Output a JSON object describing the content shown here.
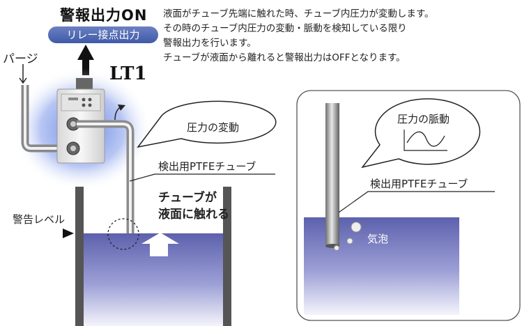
{
  "header": {
    "title": "警報出力ON",
    "relay_label": "リレー接点出力"
  },
  "description": [
    "液面がチューブ先端に触れた時、チューブ内圧力が変動します。",
    "その時のチューブ内圧力の変動・脈動を検知している限り",
    "警報出力を行います。",
    "チューブが液面から離れると警報出力はOFFとなります。"
  ],
  "left_diagram": {
    "purge_label": "パージ",
    "device_label": "LT1",
    "bubble_text": "圧力の変動",
    "tube_label": "検出用PTFEチューブ",
    "touch_text_line1": "チューブが",
    "touch_text_line2": "液面に触れる",
    "warning_level_label": "警告レベル"
  },
  "right_diagram": {
    "bubble_text": "圧力の脈動",
    "tube_label": "検出用PTFEチューブ",
    "bubbles_label": "気泡"
  },
  "colors": {
    "liquid": "#6a6fb8",
    "relay_badge": "#4a62b0",
    "glow": "#5f7ee0",
    "tank_wall": "#555555"
  }
}
